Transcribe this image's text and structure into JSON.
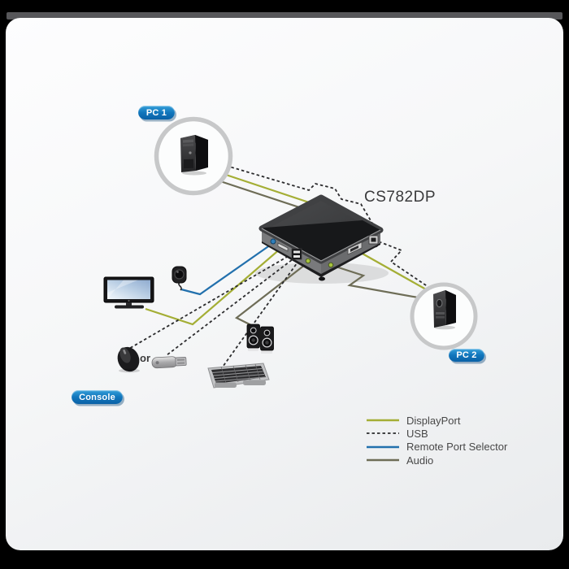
{
  "device": {
    "model": "CS782DP"
  },
  "labels": {
    "pc1": "PC 1",
    "pc2": "PC 2",
    "console": "Console",
    "or": "or"
  },
  "legend": [
    {
      "label": "DisplayPort",
      "color": "#a4ae35",
      "style": "solid"
    },
    {
      "label": "USB",
      "color": "#2b2b2d",
      "style": "dashed"
    },
    {
      "label": "Remote Port Selector",
      "color": "#2270ad",
      "style": "solid"
    },
    {
      "label": "Audio",
      "color": "#6e6d57",
      "style": "solid"
    }
  ],
  "colors": {
    "badge_blue": "#1176bc",
    "background": "#000000",
    "card": "#f4f5f6"
  }
}
